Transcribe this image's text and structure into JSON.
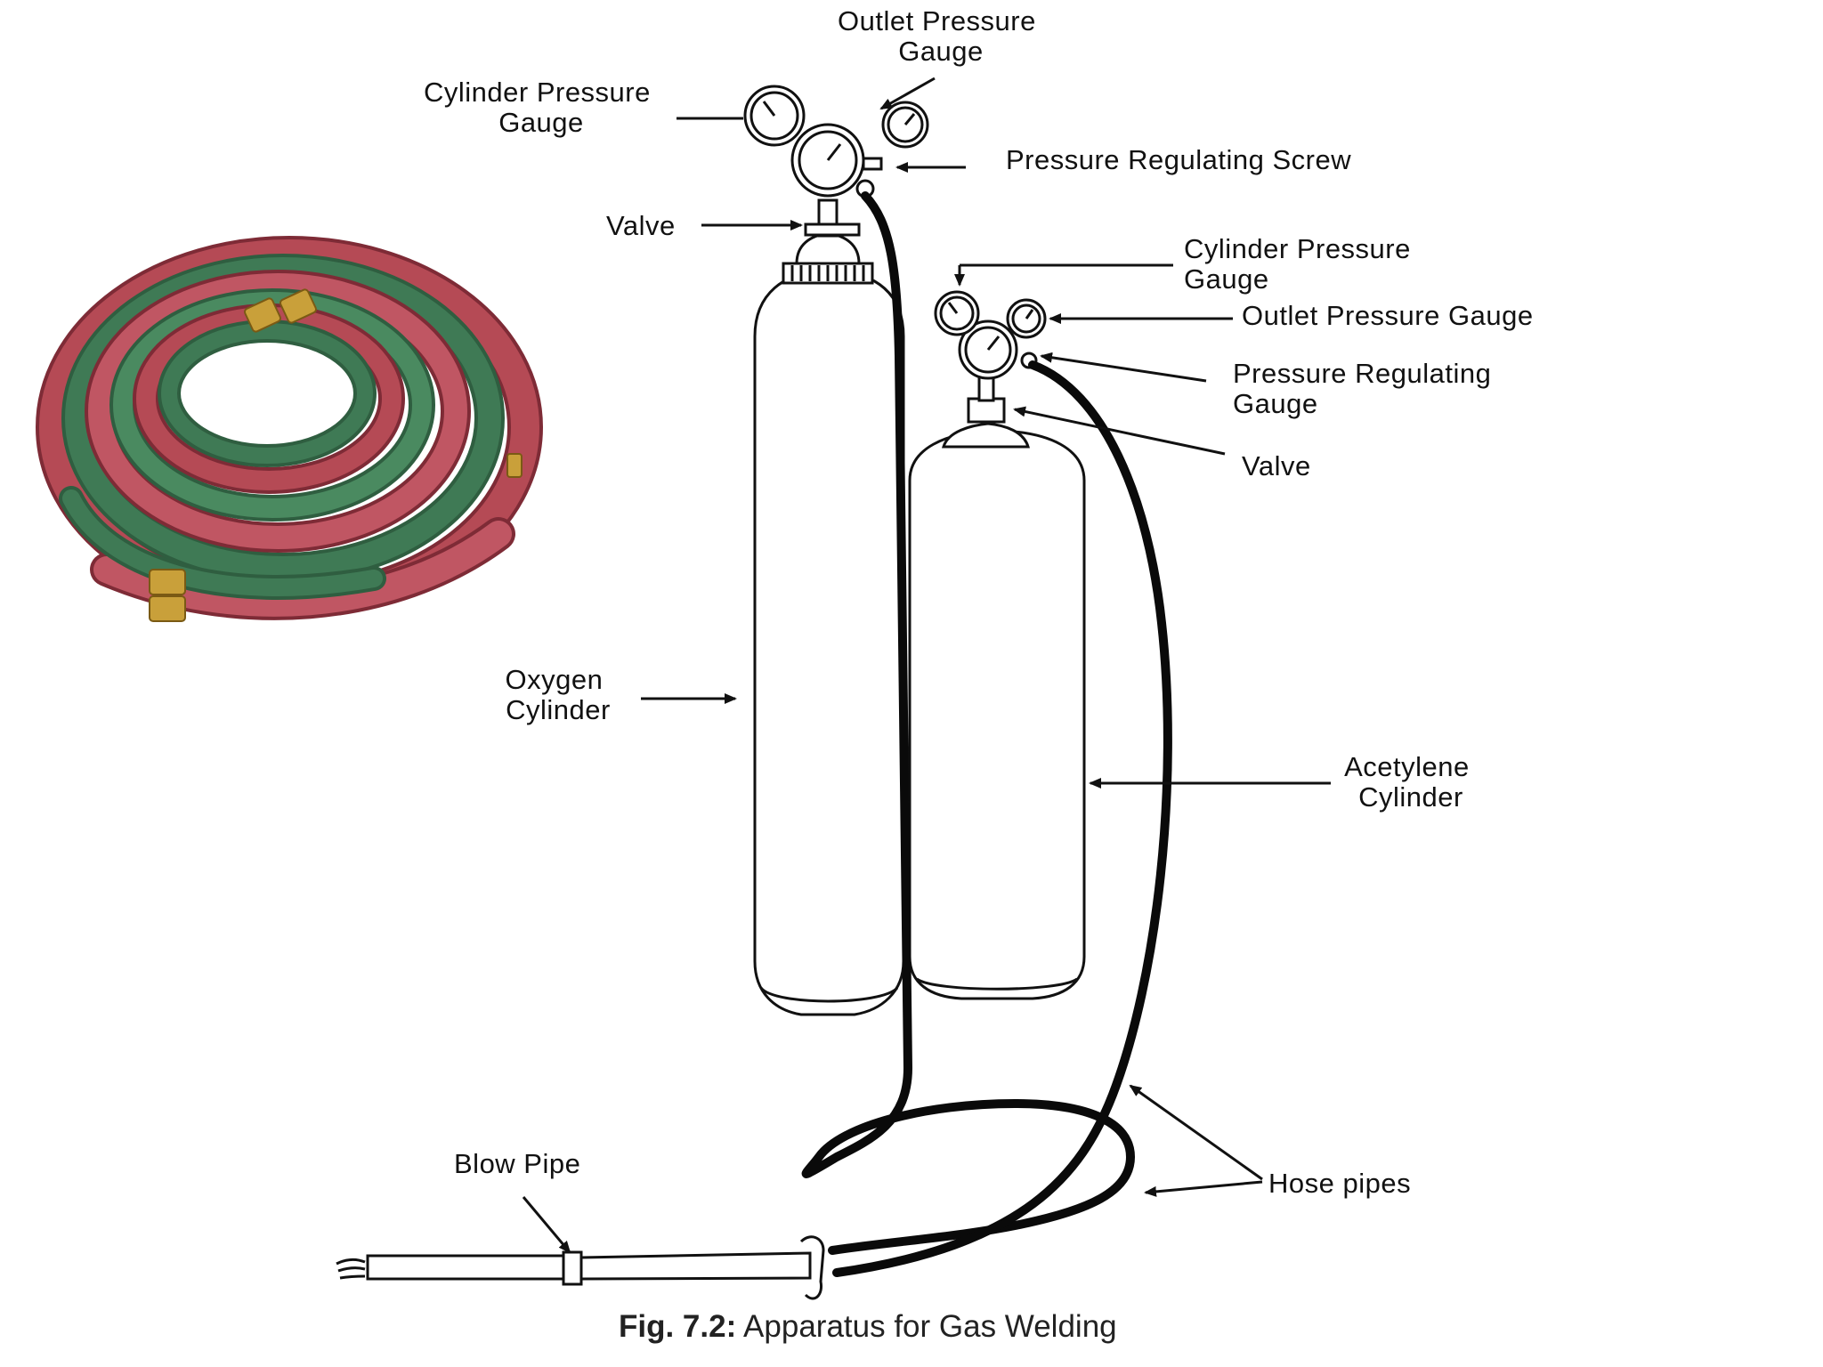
{
  "caption": {
    "number": "Fig. 7.2:",
    "title": "Apparatus for Gas Welding"
  },
  "oxygen_set": {
    "outlet_gauge": [
      "Outlet Pressure",
      "Gauge"
    ],
    "cylinder_gauge": [
      "Cylinder Pressure",
      "Gauge"
    ],
    "regulating_screw": "Pressure Regulating Screw",
    "valve": "Valve",
    "cylinder": [
      "Oxygen",
      "Cylinder"
    ]
  },
  "acetylene_set": {
    "cylinder_gauge": [
      "Cylinder Pressure",
      "Gauge"
    ],
    "outlet_gauge": "Outlet Pressure Gauge",
    "regulating_gauge": [
      "Pressure Regulating",
      "Gauge"
    ],
    "valve": "Valve",
    "cylinder": [
      "Acetylene",
      "Cylinder"
    ]
  },
  "hose_pipes": "Hose pipes",
  "blow_pipe": "Blow Pipe",
  "colors": {
    "hose_red": "#b54a55",
    "hose_green": "#3f7a55",
    "brass": "#c9a03a"
  },
  "icons": [
    "coiled-hose-photo",
    "pressure-gauge-icon",
    "gas-cylinder-icon",
    "blow-pipe-icon"
  ]
}
